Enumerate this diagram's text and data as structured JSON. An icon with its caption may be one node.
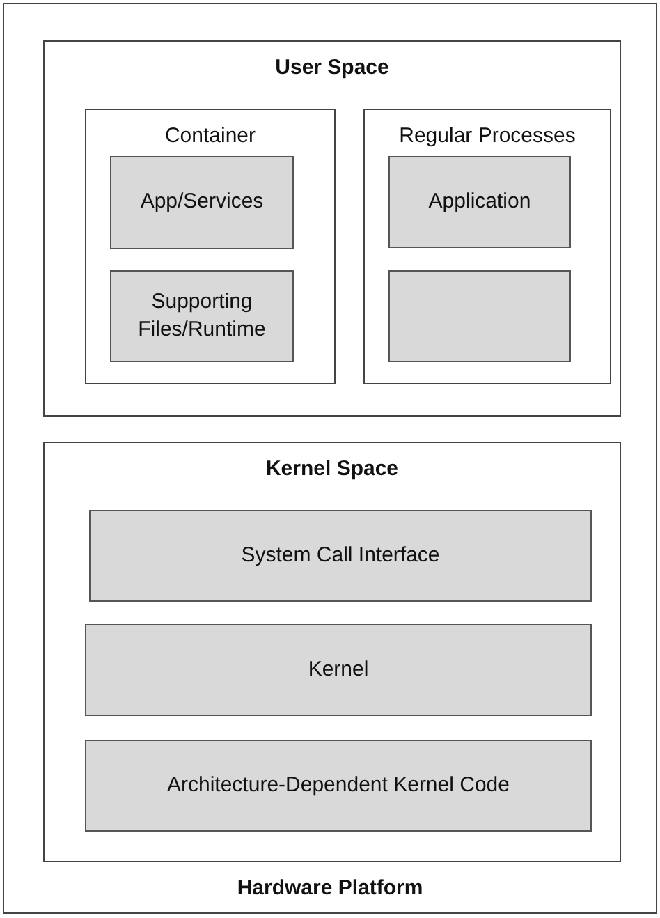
{
  "diagram": {
    "nodes": [
      {
        "text": [
          "Hardware Platform"
        ]
      },
      {
        "text": [
          "User Space"
        ],
        "in": 0
      },
      {
        "text": [
          "Container"
        ],
        "in": 1
      },
      {
        "text": [
          "App/Services"
        ],
        "in": 2
      },
      {
        "text": [
          "Supporting Files/Runtime"
        ],
        "in": 2
      },
      {
        "text": [
          "Regular Processes"
        ],
        "in": 1
      },
      {
        "text": [
          "Application"
        ],
        "in": 5
      },
      {
        "text": [],
        "shape": "box",
        "in": 5
      },
      {
        "text": [
          "Kernel Space"
        ],
        "in": 0
      },
      {
        "text": [
          "System Call Interface"
        ],
        "in": 8
      },
      {
        "text": [
          "Kernel"
        ],
        "in": 8
      },
      {
        "text": [
          "Architecture-Dependent Kernel Code"
        ],
        "in": 8
      }
    ]
  }
}
